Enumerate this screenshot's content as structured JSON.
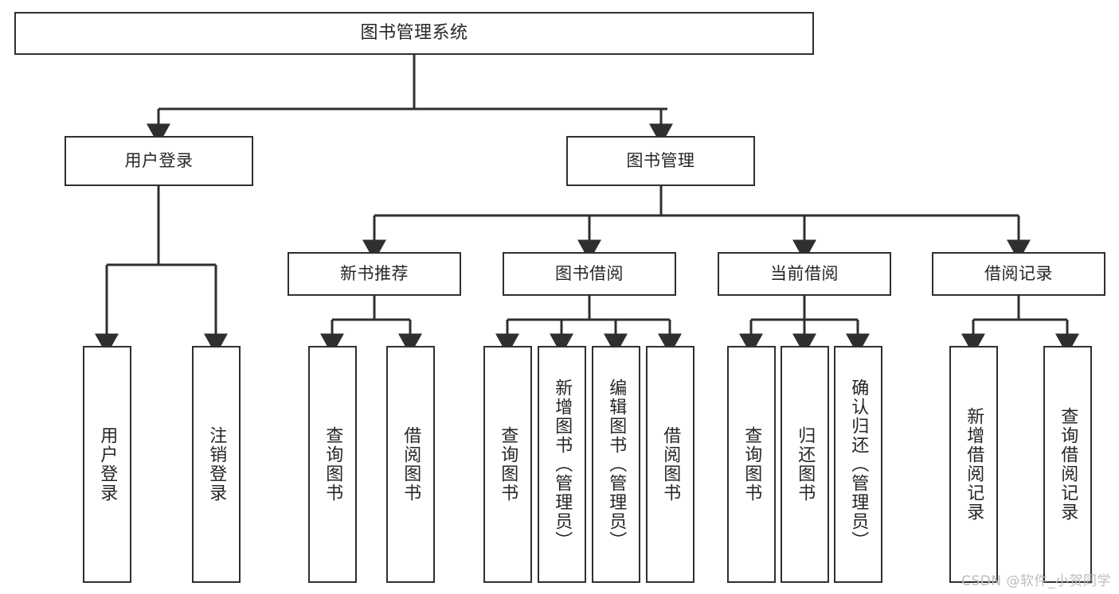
{
  "diagram": {
    "title": "图书管理系统",
    "type": "tree-hierarchy-chart",
    "line_color": "#2f2f2f",
    "box_fill": "#ffffff",
    "text_color": "#262626"
  },
  "nodes": {
    "root": {
      "label": "图书管理系统"
    },
    "level2": [
      {
        "id": "user-login",
        "label": "用户登录"
      },
      {
        "id": "book-manage",
        "label": "图书管理"
      }
    ],
    "level3": [
      {
        "id": "new-book-rec",
        "label": "新书推荐"
      },
      {
        "id": "book-borrow",
        "label": "图书借阅"
      },
      {
        "id": "current-borrow",
        "label": "当前借阅"
      },
      {
        "id": "borrow-record",
        "label": "借阅记录"
      }
    ],
    "leaves": [
      {
        "id": "leaf-user-login",
        "label": "用户登录",
        "parent": "user-login"
      },
      {
        "id": "leaf-user-logout",
        "label": "注销登录",
        "parent": "user-login"
      },
      {
        "id": "leaf-query-book-1",
        "label": "查询图书",
        "parent": "new-book-rec"
      },
      {
        "id": "leaf-borrow-book-1",
        "label": "借阅图书",
        "parent": "new-book-rec"
      },
      {
        "id": "leaf-query-book-2",
        "label": "查询图书",
        "parent": "book-borrow"
      },
      {
        "id": "leaf-add-book",
        "label": "新增图书（管理员）",
        "parent": "book-borrow"
      },
      {
        "id": "leaf-edit-book",
        "label": "编辑图书（管理员）",
        "parent": "book-borrow"
      },
      {
        "id": "leaf-borrow-book-2",
        "label": "借阅图书",
        "parent": "book-borrow"
      },
      {
        "id": "leaf-query-book-3",
        "label": "查询图书",
        "parent": "current-borrow"
      },
      {
        "id": "leaf-return-book",
        "label": "归还图书",
        "parent": "current-borrow"
      },
      {
        "id": "leaf-confirm-return",
        "label": "确认归还（管理员）",
        "parent": "current-borrow"
      },
      {
        "id": "leaf-add-record",
        "label": "新增借阅记录",
        "parent": "borrow-record"
      },
      {
        "id": "leaf-query-record",
        "label": "查询借阅记录",
        "parent": "borrow-record"
      }
    ]
  },
  "watermark": {
    "text": "CSDN @软件_小贺同学"
  }
}
